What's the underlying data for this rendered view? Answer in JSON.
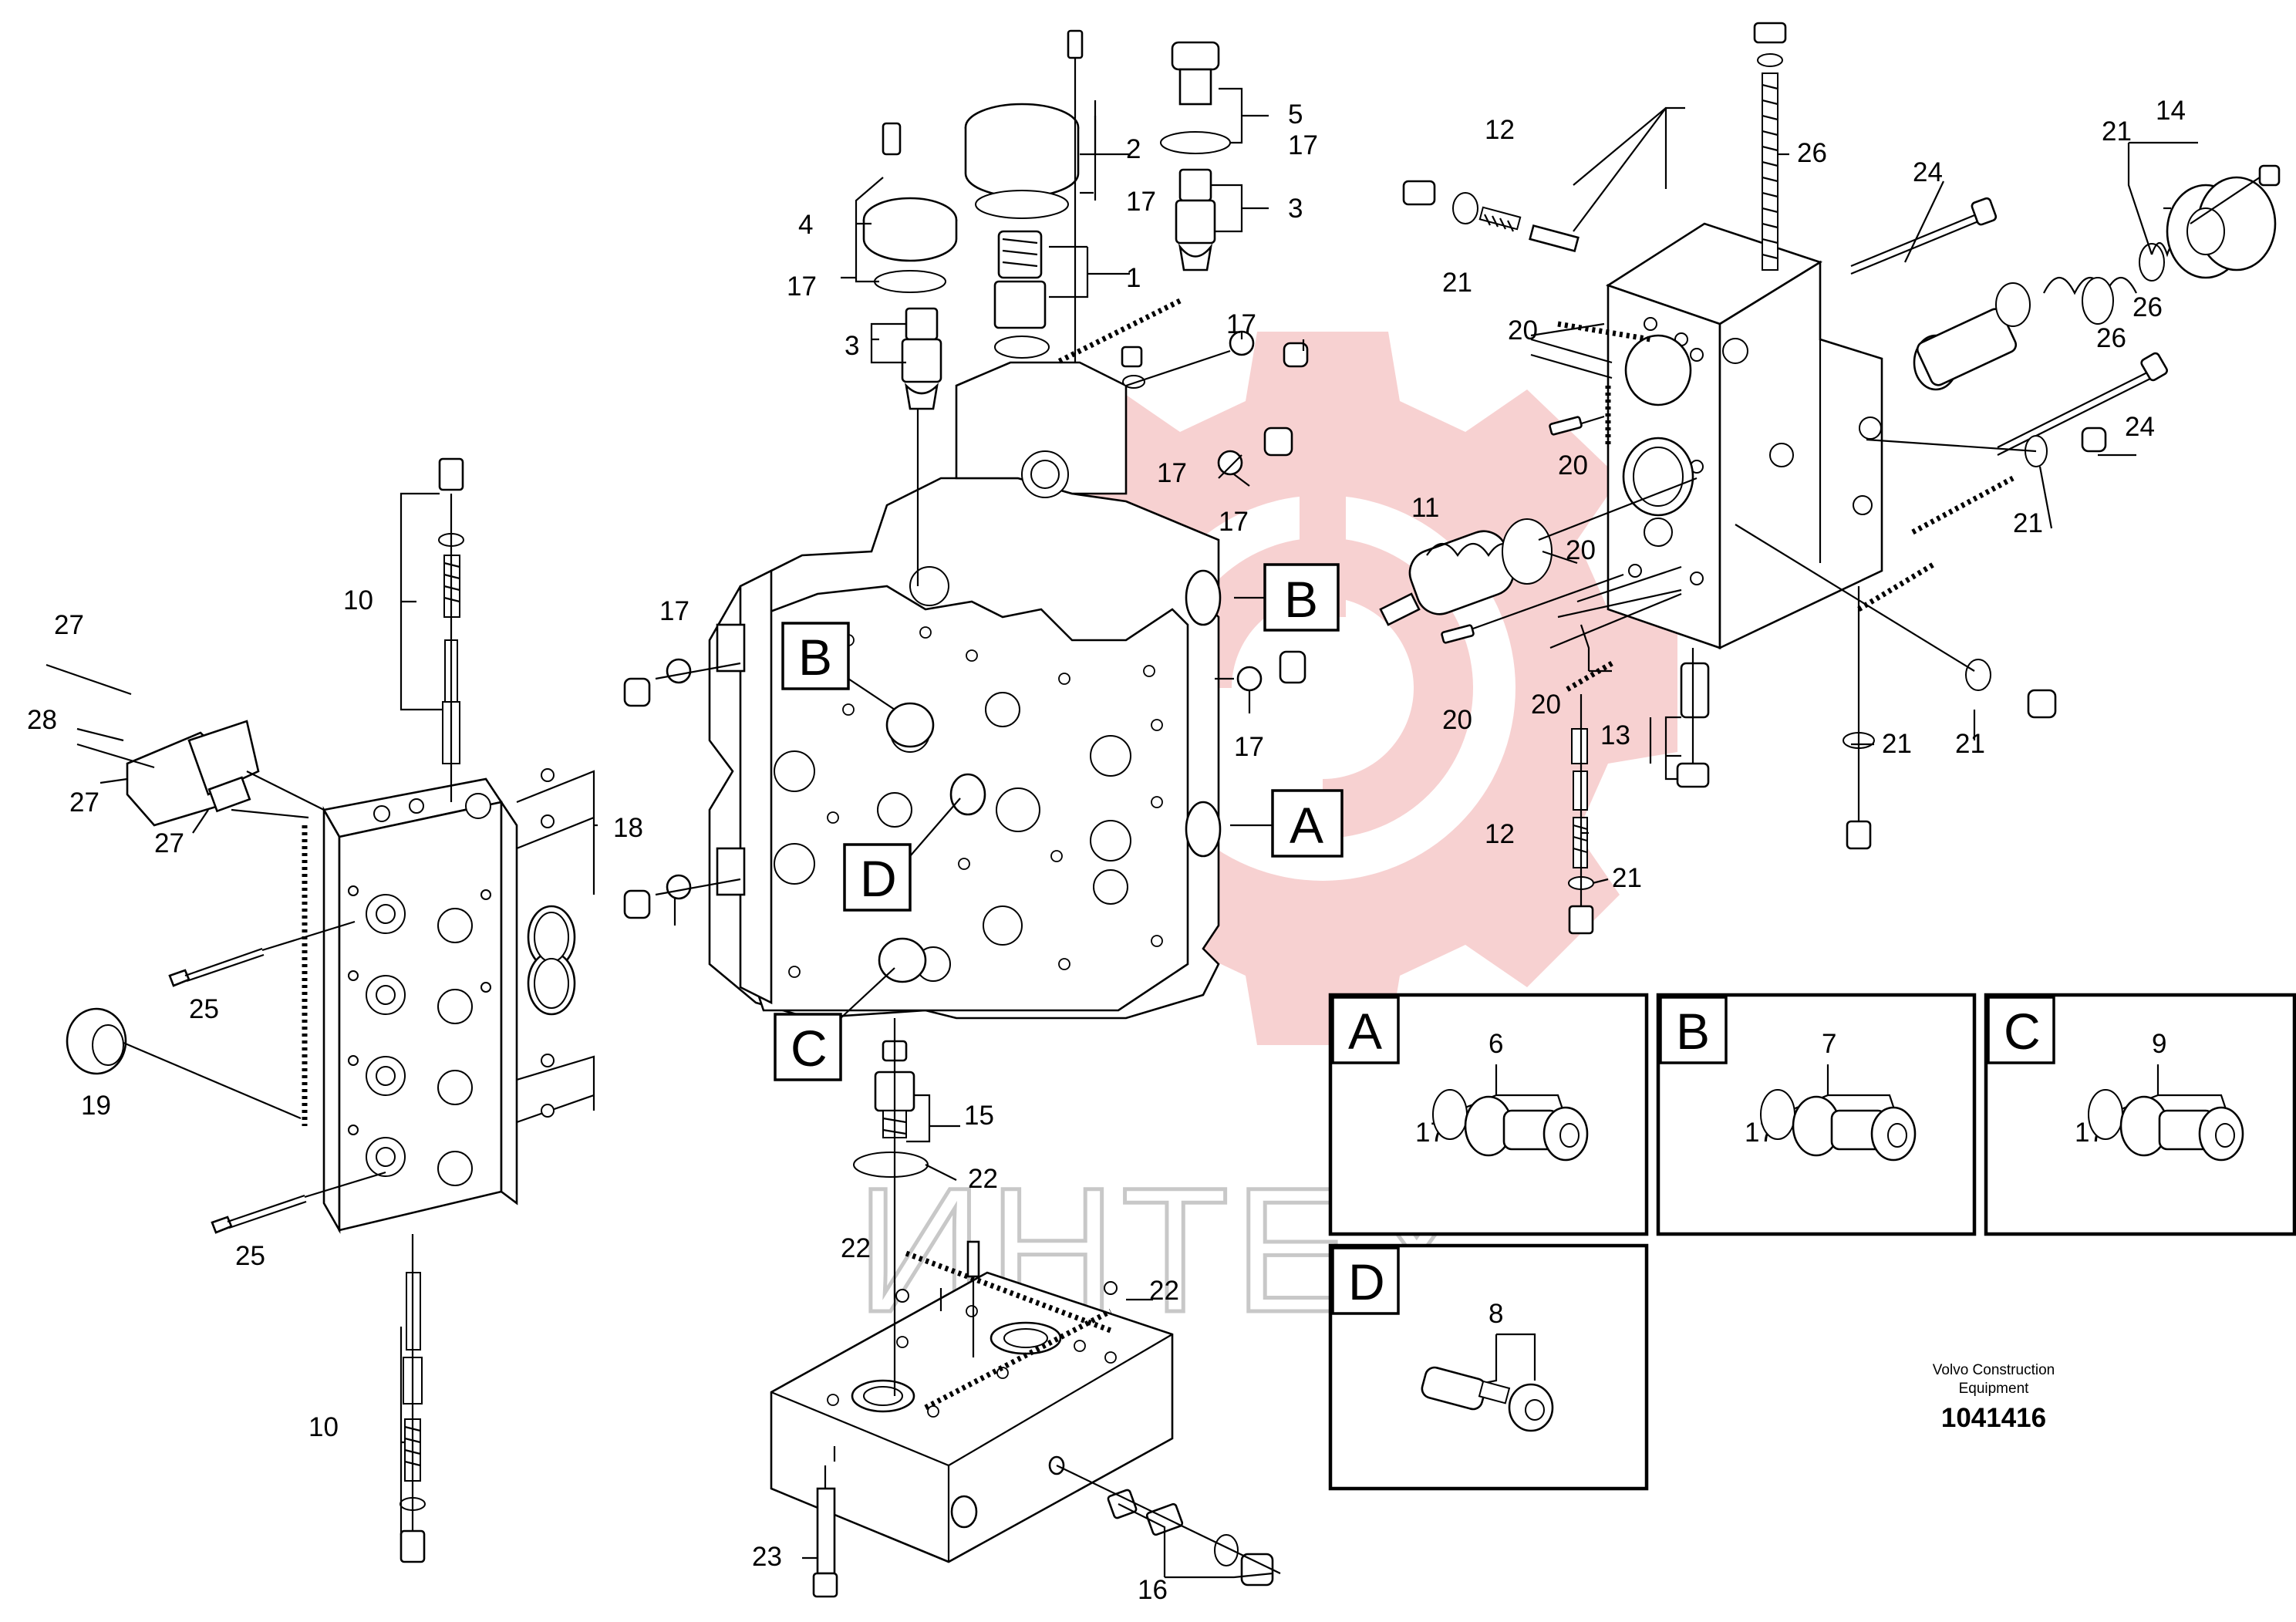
{
  "watermark": {
    "text": "ИНТЕХ",
    "logo_color": "#f5c4c4"
  },
  "callouts": {
    "c1": "1",
    "c2": "2",
    "c3a": "3",
    "c3b": "3",
    "c4": "4",
    "c5": "5",
    "c10a": "10",
    "c10b": "10",
    "c11": "11",
    "c12a": "12",
    "c12b": "12",
    "c13": "13",
    "c14": "14",
    "c15": "15",
    "c16": "16",
    "c17a": "17",
    "c17b": "17",
    "c17c": "17",
    "c17d": "17",
    "c17e": "17",
    "c17f": "17",
    "c17g": "17",
    "c17h": "17",
    "c18": "18",
    "c19": "19",
    "c20a": "20",
    "c20b": "20",
    "c20c": "20",
    "c20d": "20",
    "c20e": "20",
    "c21a": "21",
    "c21b": "21",
    "c21c": "21",
    "c21d": "21",
    "c21e": "21",
    "c21f": "21",
    "c22a": "22",
    "c22b": "22",
    "c22c": "22",
    "c23": "23",
    "c24a": "24",
    "c24b": "24",
    "c25a": "25",
    "c25b": "25",
    "c26a": "26",
    "c26b": "26",
    "c26c": "26",
    "c27a": "27",
    "c27b": "27",
    "c27c": "27",
    "c28": "28"
  },
  "section_tags": {
    "a": "A",
    "b1": "B",
    "b2": "B",
    "c": "C",
    "d": "D"
  },
  "detail_views": {
    "a": {
      "letter": "A",
      "part": "6",
      "seal": "17"
    },
    "b": {
      "letter": "B",
      "part": "7",
      "seal": "17"
    },
    "c": {
      "letter": "C",
      "part": "9",
      "seal": "17"
    },
    "d": {
      "letter": "D",
      "part": "8"
    }
  },
  "credit": {
    "line1": "Volvo Construction",
    "line2": "Equipment",
    "doc_number": "1041416"
  }
}
